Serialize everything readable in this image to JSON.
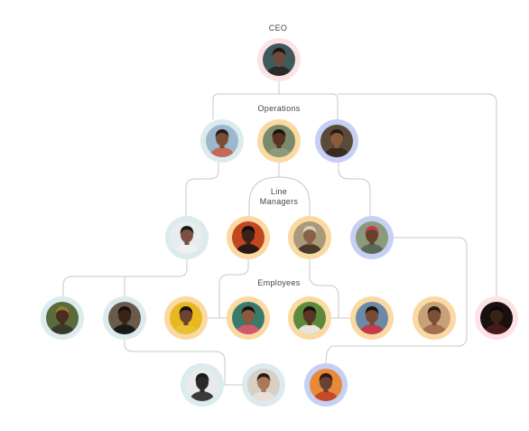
{
  "labels": {
    "ceo": "CEO",
    "operations": "Operations",
    "line_managers": "Line\nManagers",
    "employees": "Employees"
  },
  "colors": {
    "pink": "#fde3e6",
    "teal": "#dcebee",
    "orange": "#fbd9a3",
    "blue": "#c6d0f5",
    "line": "#c8c8c8"
  },
  "people": [
    {
      "id": "ceo",
      "role": "CEO",
      "ring": "pink",
      "skin": "#6d4a3a",
      "bg": "#3e5a5a",
      "hair": "#1e1410",
      "shirt": "#2a2a2a"
    },
    {
      "id": "ops-1",
      "role": "Operations",
      "ring": "teal",
      "skin": "#7a4e36",
      "bg": "#9cb8cc",
      "hair": "#2a1a12",
      "shirt": "#c46a55"
    },
    {
      "id": "ops-2",
      "role": "Operations",
      "ring": "orange",
      "skin": "#5a3422",
      "bg": "#7a8a6a",
      "hair": "#1a120c",
      "shirt": "#8a9a7a"
    },
    {
      "id": "ops-3",
      "role": "Operations",
      "ring": "blue",
      "skin": "#8a5a3a",
      "bg": "#5a4a3a",
      "hair": "#2a1a10",
      "shirt": "#3a2a20"
    },
    {
      "id": "lm-1",
      "role": "Line Managers",
      "ring": "teal",
      "skin": "#7a5040",
      "bg": "#e9ecef",
      "hair": "#1a1a1a",
      "shirt": "#f0f0f0"
    },
    {
      "id": "lm-2",
      "role": "Line Managers",
      "ring": "orange",
      "skin": "#3a2218",
      "bg": "#c2461e",
      "hair": "#100a08",
      "shirt": "#2a1a14"
    },
    {
      "id": "lm-3",
      "role": "Line Managers",
      "ring": "orange",
      "skin": "#8a6048",
      "bg": "#a89a7a",
      "hair": "#d8d0c0",
      "shirt": "#4a3a2a"
    },
    {
      "id": "lm-4",
      "role": "Line Managers",
      "ring": "blue",
      "skin": "#6a4030",
      "bg": "#8a9a7a",
      "hair": "#c43a4a",
      "shirt": "#5a6a5a"
    },
    {
      "id": "emp-1",
      "role": "Employees",
      "ring": "teal",
      "skin": "#4a2c20",
      "bg": "#5a6a3a",
      "hair": "#9a7a3a",
      "shirt": "#3a3a2a"
    },
    {
      "id": "emp-2",
      "role": "Employees",
      "ring": "teal",
      "skin": "#3a2218",
      "bg": "#6a5a4a",
      "hair": "#1a1010",
      "shirt": "#1a1a1a"
    },
    {
      "id": "emp-3",
      "role": "Employees",
      "ring": "orange",
      "skin": "#6a4430",
      "bg": "#e8b820",
      "hair": "#1a1010",
      "shirt": "#e8c030"
    },
    {
      "id": "emp-4",
      "role": "Employees",
      "ring": "orange",
      "skin": "#8a5a40",
      "bg": "#3a7a6a",
      "hair": "#1a1010",
      "shirt": "#d05a6a"
    },
    {
      "id": "emp-5",
      "role": "Employees",
      "ring": "orange",
      "skin": "#5a3424",
      "bg": "#5a8a3a",
      "hair": "#1a1010",
      "shirt": "#e8e4dc"
    },
    {
      "id": "emp-6",
      "role": "Employees",
      "ring": "orange",
      "skin": "#7a4a34",
      "bg": "#6a8aa8",
      "hair": "#1a1010",
      "shirt": "#c43a4a"
    },
    {
      "id": "emp-7",
      "role": "Employees",
      "ring": "orange",
      "skin": "#7a5036",
      "bg": "#c8a078",
      "hair": "#2a1a10",
      "shirt": "#a07050"
    },
    {
      "id": "emp-8",
      "role": "Employees",
      "ring": "pink",
      "skin": "#3a2218",
      "bg": "#1a1010",
      "hair": "#0a0808",
      "shirt": "#4a1a1a"
    },
    {
      "id": "emp-9",
      "role": "Employees",
      "ring": "teal",
      "skin": "#2a2a2a",
      "bg": "#e8eaec",
      "hair": "#1a1a1a",
      "shirt": "#3a3a3a"
    },
    {
      "id": "emp-10",
      "role": "Employees",
      "ring": "teal",
      "skin": "#a87858",
      "bg": "#d8d0c4",
      "hair": "#2a1a10",
      "shirt": "#e8e0d8"
    },
    {
      "id": "emp-11",
      "role": "Employees",
      "ring": "blue",
      "skin": "#6a4030",
      "bg": "#e88a3a",
      "hair": "#2a1a10",
      "shirt": "#c44a2a"
    }
  ]
}
